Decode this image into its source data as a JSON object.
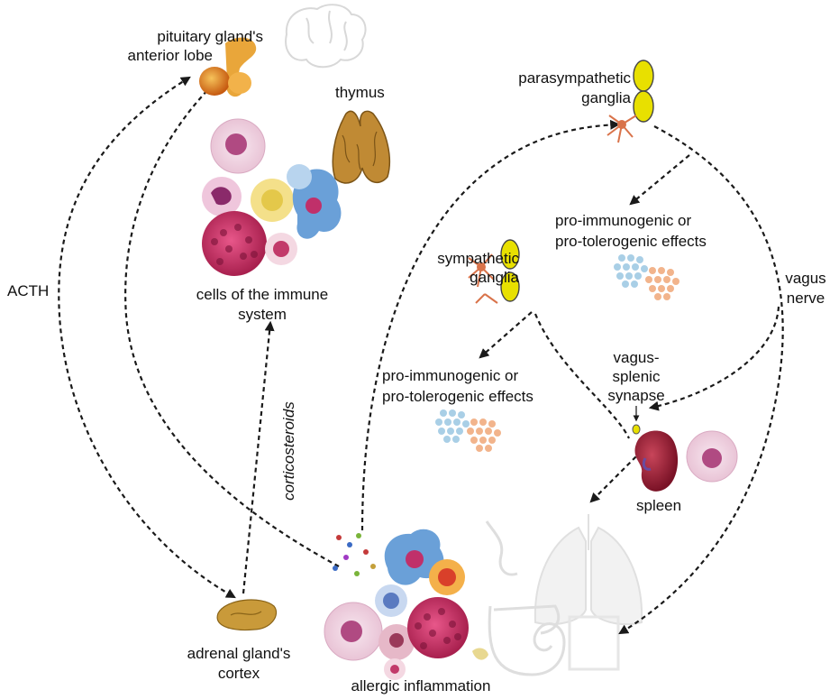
{
  "labels": {
    "pituitary_1": "pituitary gland's",
    "pituitary_2": "anterior lobe",
    "thymus": "thymus",
    "immune_1": "cells of the immune",
    "immune_2": "system",
    "acth": "ACTH",
    "corticosteroids": "corticosteroids",
    "adrenal_1": "adrenal gland's",
    "adrenal_2": "cortex",
    "allergic": "allergic inflammation",
    "parasym_1": "parasympathetic",
    "parasym_2": "ganglia",
    "effects_top_1": "pro-immunogenic or",
    "effects_top_2": "pro-tolerogenic effects",
    "sym_1": "sympathetic",
    "sym_2": "ganglia",
    "effects_mid_1": "pro-immunogenic or",
    "effects_mid_2": "pro-tolerogenic effects",
    "vagus_1": "vagus",
    "vagus_2": "nerve",
    "synapse_1": "vagus-",
    "synapse_2": "splenic",
    "synapse_3": "synapse",
    "spleen": "spleen"
  },
  "colors": {
    "arrow": "#1a1a1a",
    "ganglion": "#e8e000",
    "spleen": "#9c1e33",
    "thymus": "#b8862e",
    "adrenal": "#c99a3a",
    "pituitary": "#d98a2a",
    "neuron": "#d9734a",
    "dots_blue": "#a9cfe6",
    "dots_peach": "#f2b48c"
  }
}
